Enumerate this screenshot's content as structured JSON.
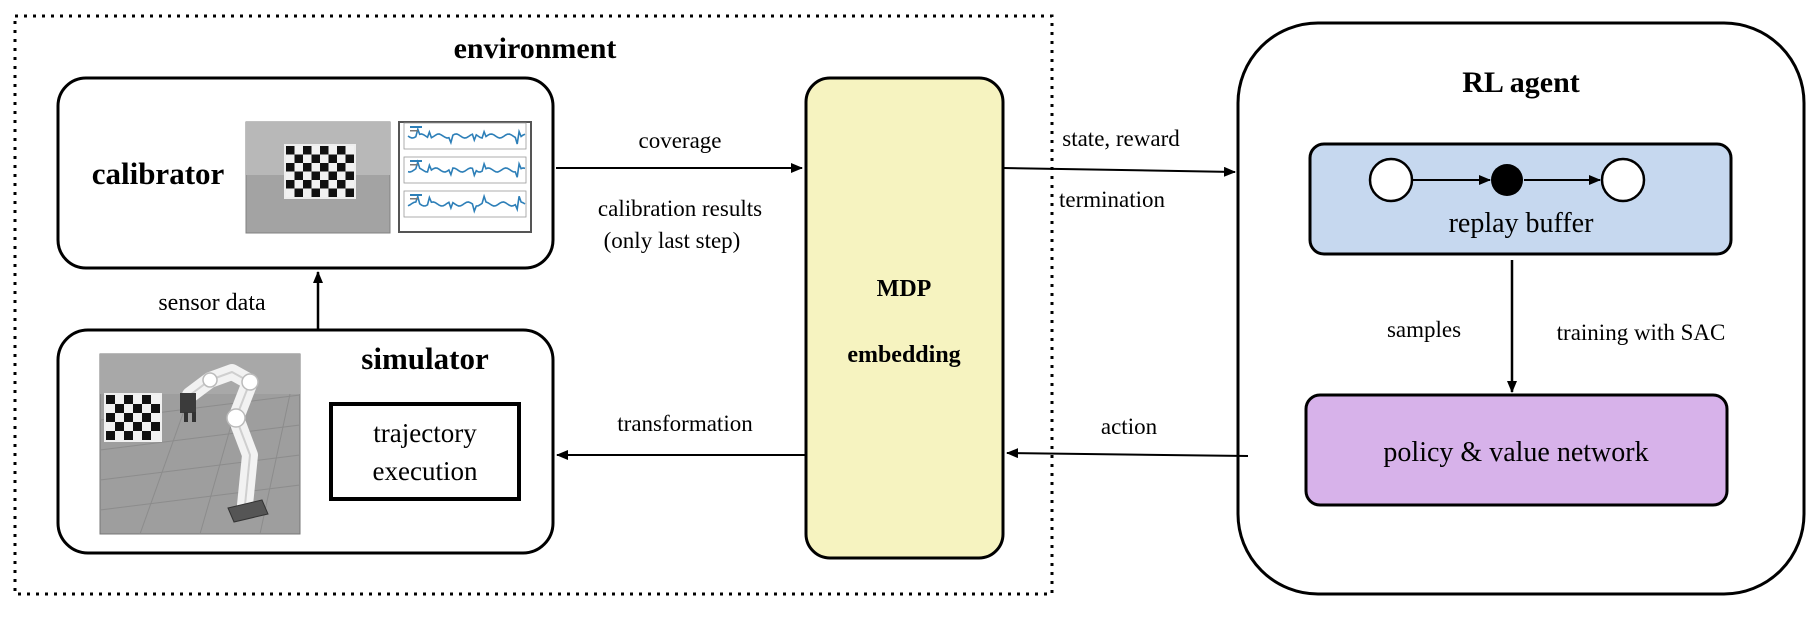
{
  "environment": {
    "title": "environment"
  },
  "calibrator": {
    "label": "calibrator"
  },
  "simulator": {
    "label": "simulator",
    "trajectory_line1": "trajectory",
    "trajectory_line2": "execution"
  },
  "mdp": {
    "line1": "MDP",
    "line2": "embedding"
  },
  "agent": {
    "title": "RL agent",
    "replay_buffer": "replay buffer",
    "policy_network": "policy & value network"
  },
  "edges": {
    "coverage": "coverage",
    "calibration_results_1": "calibration results",
    "calibration_results_2": "(only last step)",
    "sensor_data": "sensor data",
    "transformation": "transformation",
    "state_reward": "state, reward",
    "termination": "termination",
    "action": "action",
    "samples": "samples",
    "training": "training with SAC"
  },
  "colors": {
    "mdp_fill": "#f6f3c0",
    "replay_fill": "#c6d8ef",
    "policy_fill": "#d7b2ea",
    "sim_floor": "#9c9c9c",
    "plot_line": "#2d7fb8"
  }
}
